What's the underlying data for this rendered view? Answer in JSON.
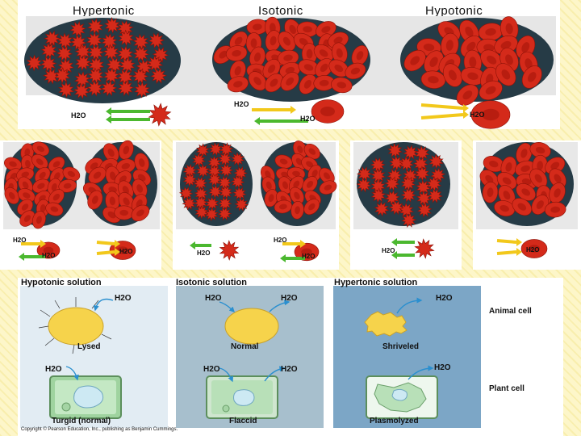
{
  "top_panel": {
    "labels": [
      "Hypertonic",
      "Isotonic",
      "Hypotonic"
    ],
    "water": "H2O"
  },
  "middle_panels": {
    "water": "H2O"
  },
  "bottom_panel": {
    "headers": [
      "Hypotonic solution",
      "Isotonic solution",
      "Hypertonic solution"
    ],
    "water": "H2O",
    "animal_states": [
      "Lysed",
      "Normal",
      "Shriveled"
    ],
    "plant_states": [
      "Turgid (normal)",
      "Flaccid",
      "Plasmolyzed"
    ],
    "row_labels": {
      "animal": "Animal cell",
      "plant": "Plant cell"
    },
    "copyright": "Copyright © Pearson Education, Inc., publishing as Benjamin Cummings."
  },
  "colors": {
    "background": "#fdf6c9",
    "dish": "#263b46",
    "red_cell": "#d42a1a",
    "arrow_in": "#f2c81b",
    "arrow_out": "#4bb82f",
    "hypotonic_bg": "#e2ecf3",
    "isotonic_bg": "#a7bfcd",
    "hypertonic_bg": "#7ca6c6",
    "cell_yellow": "#f6d34b",
    "plant_green": "#bfe5bf",
    "vacuole": "#cde9f3"
  },
  "icons": [
    "red-blood-cell-icon",
    "water-arrow-icon"
  ]
}
